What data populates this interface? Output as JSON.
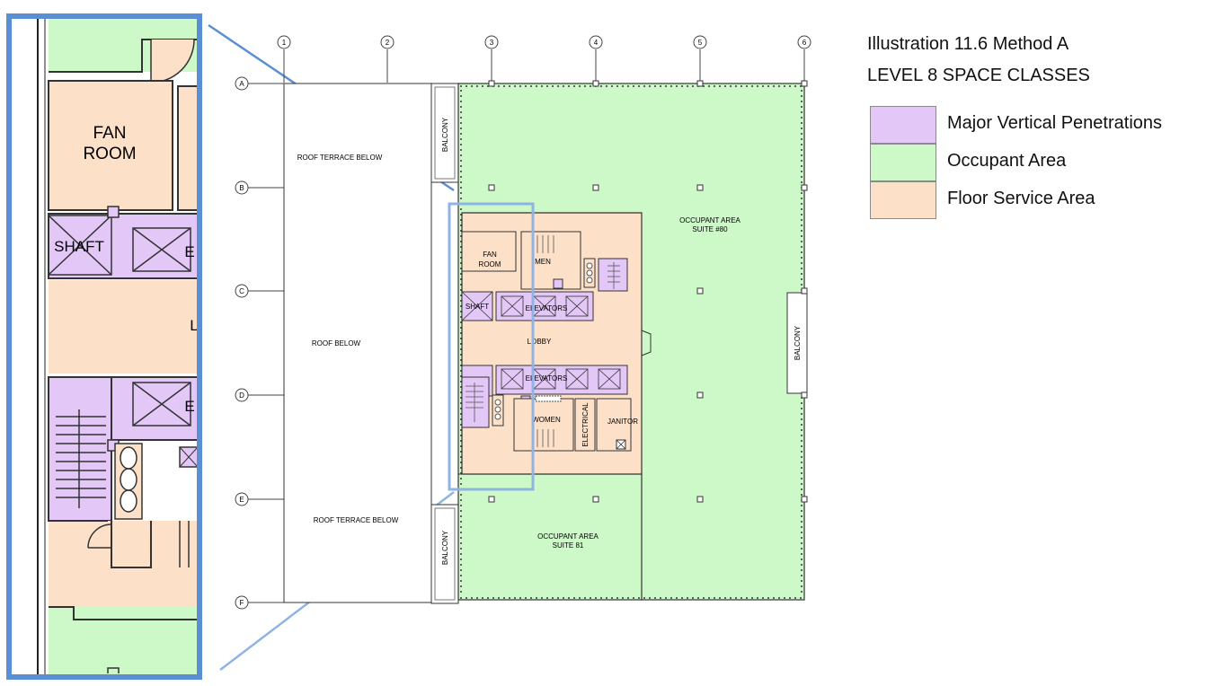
{
  "title": {
    "line1": "Illustration 11.6 Method A",
    "line2": "LEVEL 8 SPACE CLASSES"
  },
  "legend": [
    {
      "label": "Major Vertical Penetrations",
      "color": "#e2c7f7"
    },
    {
      "label": "Occupant Area",
      "color": "#cdf8c8"
    },
    {
      "label": "Floor Service Area",
      "color": "#fde0c8"
    }
  ],
  "colors": {
    "penetration": "#e2c7f7",
    "occupant": "#cdf8c8",
    "service": "#fde0c8",
    "callout": "#5b8fd4",
    "callout_light": "#8fb4e4"
  },
  "grid": {
    "columns": [
      "1",
      "2",
      "3",
      "4",
      "5",
      "6"
    ],
    "rows": [
      "A",
      "B",
      "C",
      "D",
      "E",
      "F"
    ]
  },
  "rooms": {
    "roof_terrace_top": "ROOF TERRACE BELOW",
    "roof_below": "ROOF BELOW",
    "roof_terrace_bottom": "ROOF TERRACE BELOW",
    "balcony_top": "BALCONY",
    "balcony_bottom": "BALCONY",
    "balcony_right": "BALCONY",
    "suite80_line1": "OCCUPANT AREA",
    "suite80_line2": "SUITE #80",
    "suite81_line1": "OCCUPANT AREA",
    "suite81_line2": "SUITE 81",
    "fan_room_line1": "FAN",
    "fan_room_line2": "ROOM",
    "men": "MEN",
    "shaft": "SHAFT",
    "elevators_top": "ELEVATORS",
    "lobby": "LOBBY",
    "elevators_bottom": "ELEVATORS",
    "women": "WOMEN",
    "electrical": "ELECTRICAL",
    "janitor": "JANITOR"
  },
  "zoom": {
    "fan_room_line1": "FAN",
    "fan_room_line2": "ROOM",
    "shaft": "SHAFT",
    "elev_fragment_1": "E",
    "lobby_fragment": "L",
    "elev_fragment_2": "E"
  }
}
